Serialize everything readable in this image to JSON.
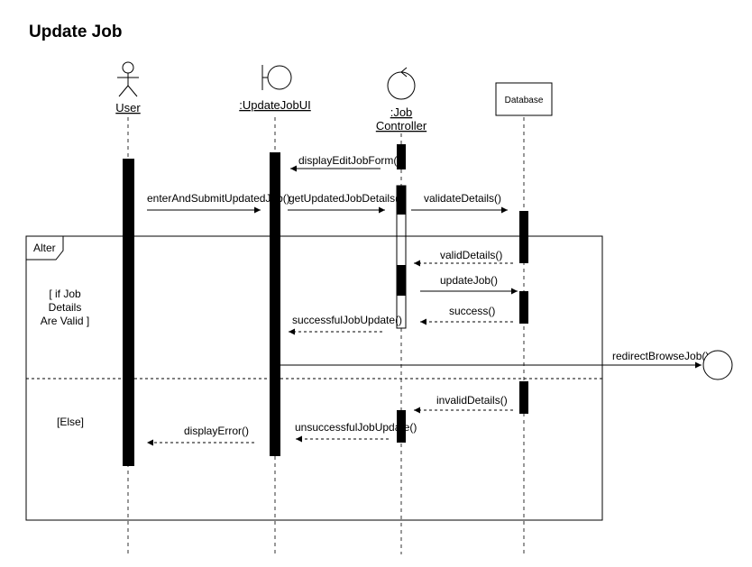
{
  "title": "Update Job",
  "participants": {
    "user": "User",
    "ui": ":UpdateJobUI",
    "controller_line1": ":Job",
    "controller_line2": "Controller",
    "database": "Database"
  },
  "messages": {
    "display_edit_job_form": "displayEditJobForm()",
    "enter_and_submit": "enterAndSubmitUpdatedJob()",
    "get_updated_job_details": "getUpdatedJobDetails()",
    "validate_details": "validateDetails()",
    "valid_details": "validDetails()",
    "update_job": "updateJob()",
    "success": "success()",
    "successful_job_update": "successfulJobUpdate()",
    "redirect_browse_job": "redirectBrowseJob()",
    "invalid_details": "invalidDetails()",
    "unsuccessful_job_update": "unsuccessfulJobUpdate()",
    "display_error": "displayError()"
  },
  "fragment": {
    "operator": "Alter",
    "guard_line1": "[ if Job",
    "guard_line2": "Details",
    "guard_line3": "Are Valid ]",
    "else_guard": "[Else]"
  }
}
